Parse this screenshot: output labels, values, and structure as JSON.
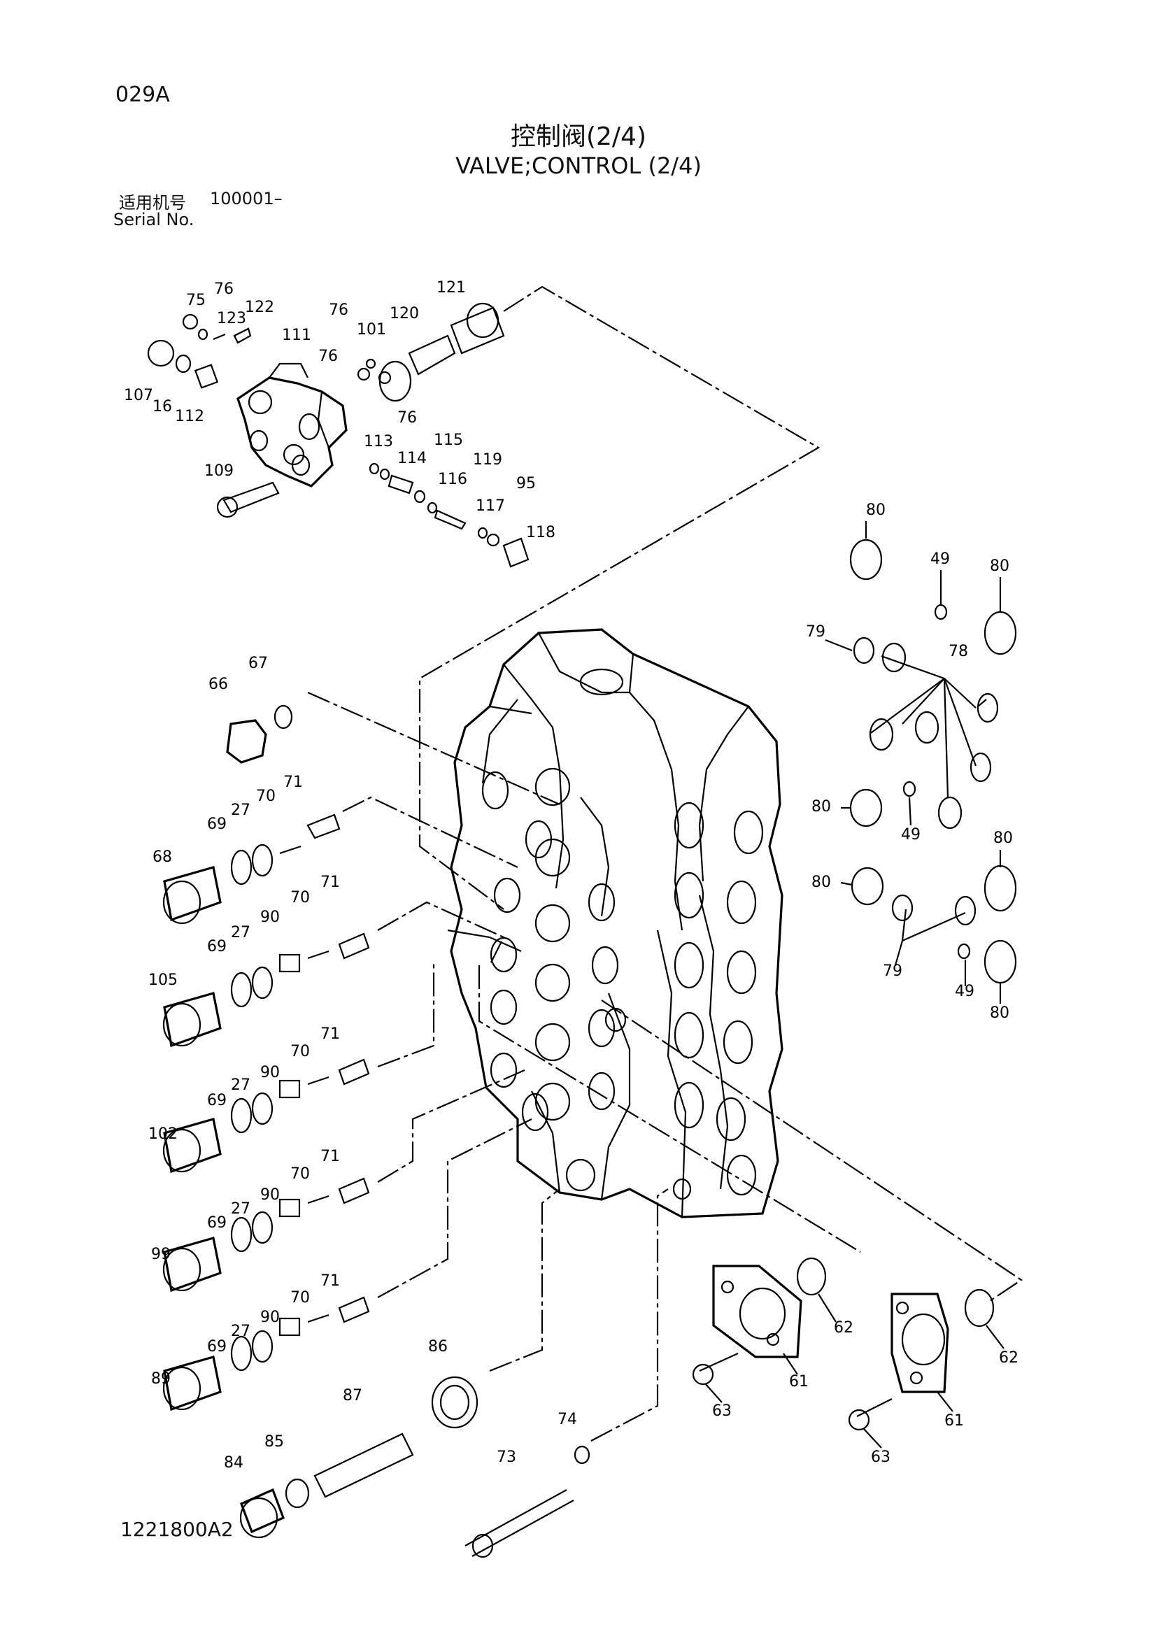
{
  "header": {
    "page_code": "029A",
    "title_cn": "控制阀(2/4)",
    "title_en": "VALVE;CONTROL (2/4)",
    "serial_label_cn": "适用机号",
    "serial_value": "100001–",
    "serial_label_en": "Serial No."
  },
  "footer": {
    "drawing_number": "1221800A2"
  },
  "callouts": [
    "75",
    "76",
    "123",
    "122",
    "111",
    "76",
    "101",
    "120",
    "121",
    "107",
    "16",
    "112",
    "76",
    "76",
    "113",
    "114",
    "115",
    "119",
    "109",
    "116",
    "95",
    "117",
    "118",
    "80",
    "49",
    "80",
    "79",
    "78",
    "80",
    "49",
    "80",
    "80",
    "79",
    "49",
    "80",
    "67",
    "66",
    "71",
    "70",
    "27",
    "69",
    "68",
    "71",
    "70",
    "90",
    "27",
    "69",
    "105",
    "71",
    "70",
    "90",
    "27",
    "69",
    "102",
    "71",
    "70",
    "90",
    "27",
    "69",
    "99",
    "71",
    "70",
    "90",
    "27",
    "69",
    "89",
    "86",
    "87",
    "85",
    "84",
    "74",
    "73",
    "62",
    "61",
    "63",
    "62",
    "61",
    "63"
  ]
}
